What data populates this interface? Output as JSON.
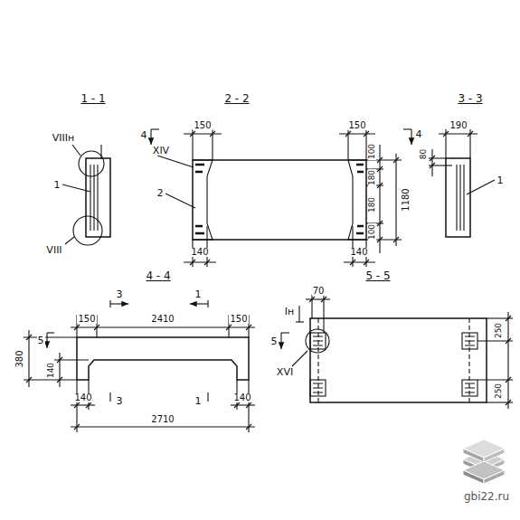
{
  "diagram": {
    "labels": [
      "1 - 1",
      "2 - 2",
      "3 - 3",
      "VIIIн",
      "1",
      "VIII",
      "4",
      "150",
      "XIV",
      "2",
      "140",
      "150",
      "4",
      "100",
      "180",
      "1180",
      "180",
      "100",
      "140",
      "80",
      "190",
      "1",
      "4 - 4",
      "3",
      "1",
      "150",
      "2410",
      "150",
      "5",
      "380",
      "140",
      "3",
      "1",
      "140",
      "140",
      "2710",
      "70",
      "Iн",
      "5 - 5",
      "5",
      "XVI",
      "250",
      "250",
      "gbi22.ru"
    ]
  }
}
